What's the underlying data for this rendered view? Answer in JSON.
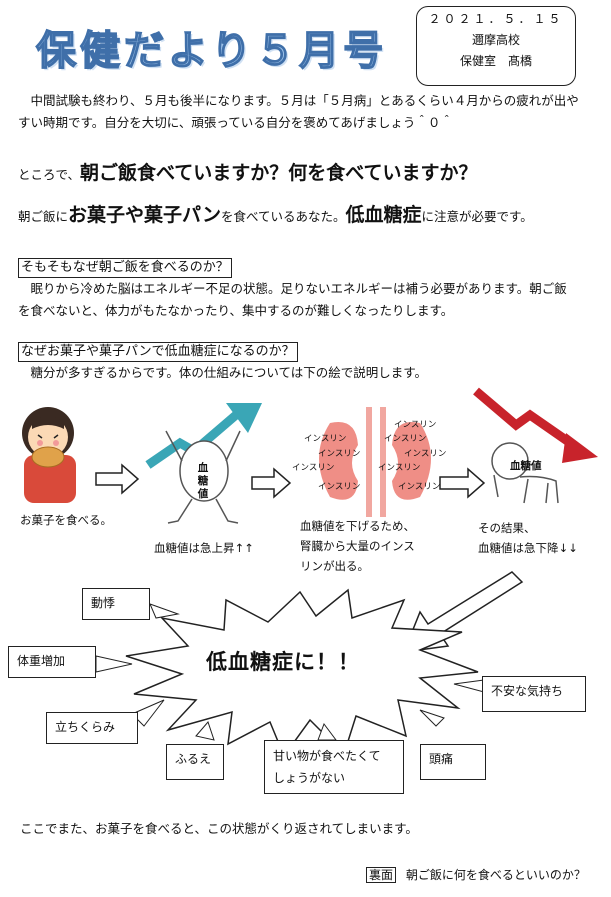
{
  "header": {
    "title": "保健だより５月号",
    "date": "２０２１．５．１５",
    "school": "邇摩高校",
    "author": "保健室　髙橋"
  },
  "intro": {
    "line1": "中間試験も終わり、５月も後半になります。５月は「５月病」とあるくらい４月からの疲れが出や",
    "line2": "すい時期です。自分を大切に、頑張っている自分を褒めてあげましょう＾０＾"
  },
  "question": {
    "prefix": "ところで、",
    "main": "朝ご飯食べていますか？何を食べていますか？"
  },
  "warning": {
    "p1": "朝ご飯に",
    "b1": "お菓子や菓子パン",
    "p2": "を食べているあなた。",
    "b2": "低血糖症",
    "p3": "に注意が必要です。"
  },
  "section1": {
    "heading": "そもそもなぜ朝ご飯を食べるのか？",
    "line1": "眠りから冷めた脳はエネルギー不足の状態。足りないエネルギーは補う必要があります。朝ご飯",
    "line2": "を食べないと、体力がもたなかったり、集中するのが難しくなったりします。"
  },
  "section2": {
    "heading": "なぜお菓子や菓子パンで低血糖症になるのか？",
    "line1": "糖分が多すぎるからです。体の仕組みについては下の絵で説明します。"
  },
  "diagram": {
    "eat_caption": "お菓子を食べる。",
    "sugar_label": "血糖値",
    "rise_caption": "血糖値は急上昇↑↑",
    "insulin_word": "インスリン",
    "insulin_caption": [
      "血糖値を下げるため、",
      "腎臓から大量のインス",
      "リンが出る。"
    ],
    "result_caption": [
      "その結果、",
      "血糖値は急下降↓↓"
    ],
    "result_label": "血糖値"
  },
  "burst": {
    "center": "低血糖症に！！",
    "symptoms": {
      "palpitation": "動悸",
      "weight_gain": "体重増加",
      "dizziness": "立ちくらみ",
      "trembling": "ふるえ",
      "sweet_craving": "甘い物が食べたくて しょうがない",
      "headache": "頭痛",
      "anxiety": "不安な気持ち"
    }
  },
  "closing": "ここでまた、お菓子を食べると、この状態がくり返されてしまいます。",
  "footer": {
    "tag": "裏面",
    "text": "朝ご飯に何を食べるといいのか？"
  }
}
